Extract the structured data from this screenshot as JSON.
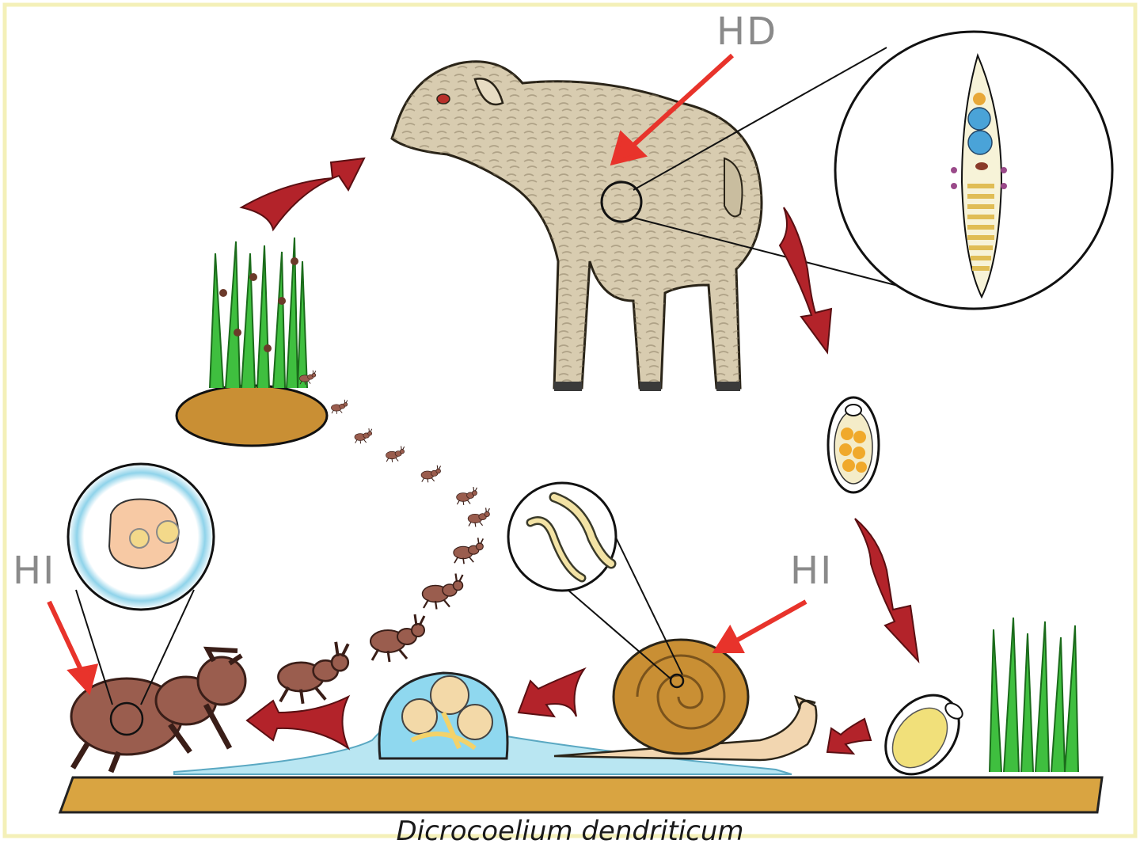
{
  "diagram": {
    "labels": {
      "definitive_host": "HD",
      "intermediate_host_snail": "HI",
      "intermediate_host_ant": "HI"
    },
    "caption": "Dicrocoelium dendriticum",
    "colors": {
      "arrow_red": "#b3232a",
      "pointer_red": "#e8332b",
      "label_gray": "#8a8a8a",
      "ground": "#d9a441",
      "slime": "#b9e6f2",
      "grass": "#3fbf3f",
      "sheep": "#d8ccb0",
      "ant": "#9a5d4e",
      "snail_shell": "#c98f34",
      "frame": "#f4f0b8"
    },
    "stages": [
      "sheep-definitive-host",
      "adult-fluke",
      "egg-in-feces",
      "egg-on-ground",
      "snail-first-intermediate-host",
      "sporocysts",
      "slime-ball-cercariae",
      "ant-second-intermediate-host",
      "metacercaria-cyst",
      "ant-on-grass"
    ]
  }
}
